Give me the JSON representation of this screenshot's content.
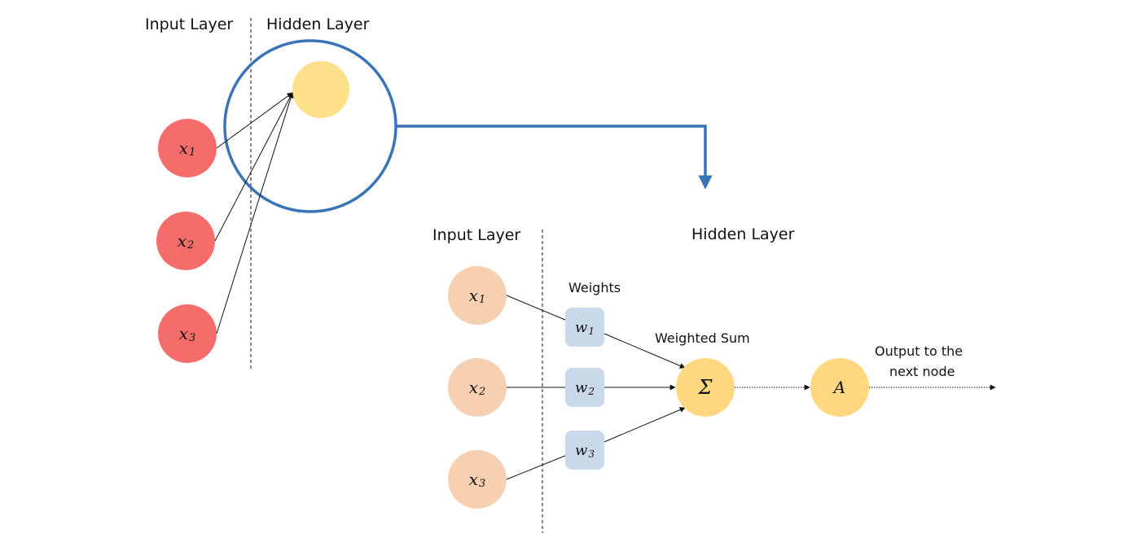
{
  "top": {
    "input_layer_label": "Input Layer",
    "hidden_layer_label": "Hidden Layer",
    "inputs": [
      {
        "var": "x",
        "sub": "1"
      },
      {
        "var": "x",
        "sub": "2"
      },
      {
        "var": "x",
        "sub": "3"
      }
    ]
  },
  "bottom": {
    "input_layer_label": "Input Layer",
    "hidden_layer_label": "Hidden Layer",
    "weights_label": "Weights",
    "weighted_sum_label": "Weighted Sum",
    "output_label_line1": "Output to the",
    "output_label_line2": "next node",
    "inputs": [
      {
        "var": "x",
        "sub": "1"
      },
      {
        "var": "x",
        "sub": "2"
      },
      {
        "var": "x",
        "sub": "3"
      }
    ],
    "weights": [
      {
        "var": "w",
        "sub": "1"
      },
      {
        "var": "w",
        "sub": "2"
      },
      {
        "var": "w",
        "sub": "3"
      }
    ],
    "sum_symbol": "Σ",
    "activation_symbol": "A"
  },
  "colors": {
    "input_node_top": "#f46d6a",
    "hidden_node": "#ffe08a",
    "input_node_bottom": "#f7cfb1",
    "weight_box": "#c9d9ea",
    "sum_node": "#ffd77f",
    "zoom_circle": "#3a74b8",
    "connector": "#111111"
  }
}
